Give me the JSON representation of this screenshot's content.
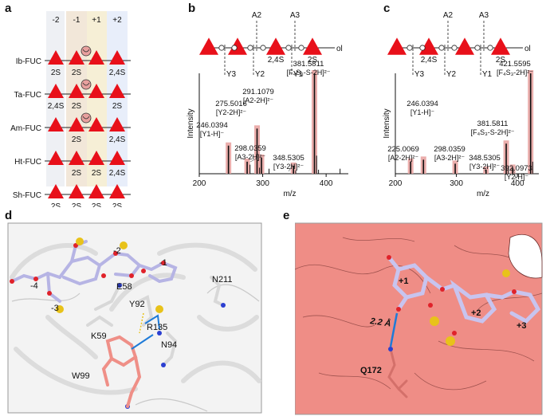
{
  "panels": {
    "a": "a",
    "b": "b",
    "c": "c",
    "d": "d",
    "e": "e"
  },
  "panel_a": {
    "columns": [
      "-2",
      "-1",
      "+1",
      "+2"
    ],
    "rows": [
      {
        "name": "Ib-FUC",
        "labels": [
          "2S",
          "2S",
          "",
          "2,4S"
        ]
      },
      {
        "name": "Ta-FUC",
        "labels": [
          "2,4S",
          "2S",
          "",
          "2S"
        ]
      },
      {
        "name": "Am-FUC",
        "labels": [
          "",
          "2S",
          "",
          "2,4S"
        ]
      },
      {
        "name": "Ht-FUC",
        "labels": [
          "",
          "2S",
          "2S",
          "2,4S"
        ]
      },
      {
        "name": "Sh-FUC",
        "labels": [
          "2S",
          "2S",
          "2S",
          "2S"
        ]
      }
    ]
  },
  "panel_b": {
    "glycan": {
      "residue_labels": [
        "",
        "",
        "2,4S",
        "2S"
      ],
      "cuts_top": [
        "A2",
        "A3"
      ],
      "cuts_bottom": [
        "Y3",
        "Y2",
        "Y1"
      ],
      "reducing_end": "ol"
    },
    "chart_data": {
      "type": "bar",
      "xlabel": "m/z",
      "ylabel": "Intensity",
      "xlim": [
        200,
        435
      ],
      "xticks": [
        200,
        300,
        400
      ],
      "peaks": [
        {
          "x": 246.0394,
          "y": 0.28,
          "label": "246.0394",
          "ion": "[Y1-H]⁻"
        },
        {
          "x": 275.5016,
          "y": 0.12,
          "label": "275.5016",
          "ion": "[Y2-2H]²⁻"
        },
        {
          "x": 291.1079,
          "y": 0.45,
          "label": "291.1079",
          "ion": "[A2-2H]²⁻"
        },
        {
          "x": 298.0359,
          "y": 0.16,
          "label": "298.0359",
          "ion": "[A3-2H]²⁻"
        },
        {
          "x": 348.5305,
          "y": 0.08,
          "label": "348.5305",
          "ion": "[Y3-2H]²⁻"
        },
        {
          "x": 381.5811,
          "y": 1.0,
          "label": "381.5811",
          "ion": "[F₄S₃-S-2H]²⁻"
        }
      ],
      "minor_peaks": [
        {
          "x": 280,
          "y": 0.09
        },
        {
          "x": 295,
          "y": 0.06
        },
        {
          "x": 310,
          "y": 0.05
        },
        {
          "x": 352,
          "y": 0.03
        },
        {
          "x": 385,
          "y": 0.18
        },
        {
          "x": 388,
          "y": 0.04
        },
        {
          "x": 422,
          "y": 0.05
        }
      ]
    }
  },
  "panel_c": {
    "glycan": {
      "residue_labels": [
        "",
        "2,4S",
        "",
        "2S"
      ],
      "cuts_top": [
        "A2",
        "A3"
      ],
      "cuts_bottom": [
        "Y3",
        "Y2",
        "Y1"
      ],
      "reducing_end": "ol"
    },
    "chart_data": {
      "type": "bar",
      "xlabel": "m/z",
      "ylabel": "Intensity",
      "xlim": [
        200,
        435
      ],
      "xticks": [
        200,
        300,
        400
      ],
      "peaks": [
        {
          "x": 225.0069,
          "y": 0.12,
          "label": "225.0069",
          "ion": "[A2-2H]²⁻"
        },
        {
          "x": 246.0394,
          "y": 0.14,
          "label": "246.0394",
          "ion": "[Y1-H]⁻"
        },
        {
          "x": 298.0359,
          "y": 0.1,
          "label": "298.0359",
          "ion": "[A3-2H]²⁻"
        },
        {
          "x": 348.5305,
          "y": 0.04,
          "label": "348.5305",
          "ion": "[Y3-2H]²⁻"
        },
        {
          "x": 381.5811,
          "y": 0.3,
          "label": "381.5811",
          "ion": "[F₄S₃-S-2H]²⁻"
        },
        {
          "x": 392.0973,
          "y": 0.06,
          "label": "392.0973",
          "ion": "[Y2-H]⁻"
        },
        {
          "x": 421.5595,
          "y": 1.0,
          "label": "421.5595",
          "ion": "[F₄S₃-2H]²⁻"
        }
      ],
      "minor_peaks": [
        {
          "x": 385,
          "y": 0.08
        },
        {
          "x": 425,
          "y": 0.12
        }
      ]
    }
  },
  "panel_d": {
    "residues": [
      "E58",
      "Y92",
      "K59",
      "R135",
      "W99",
      "N94",
      "N211"
    ],
    "subsites": [
      "-2",
      "-1",
      "-4",
      "-3"
    ]
  },
  "panel_e": {
    "residues": [
      "Q172"
    ],
    "subsites": [
      "+1",
      "+2",
      "+3"
    ],
    "distance": "2.2 Å"
  },
  "colors": {
    "triangle": "#e8101a",
    "highlight_pink": "#e8a09e",
    "sugar": "#b8b8e6",
    "salmon": "#ef8f87",
    "sulfur": "#e8c21a",
    "oxygen": "#e0222a",
    "nitrogen": "#2b3fd1",
    "hbond": "#1e7bd8"
  }
}
